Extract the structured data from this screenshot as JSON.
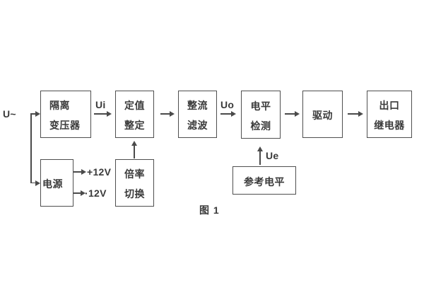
{
  "figure": {
    "caption": "图 1",
    "input_label": "U~",
    "boxes": {
      "isolation_transformer": {
        "line1": "隔离",
        "line2": "变压器"
      },
      "setting": {
        "line1": "定值",
        "line2": "整定"
      },
      "rectifier_filter": {
        "line1": "整流",
        "line2": "滤波"
      },
      "level_detection": {
        "line1": "电平",
        "line2": "检测"
      },
      "driver": {
        "label": "驱动"
      },
      "output_relay": {
        "line1": "出口",
        "line2": "继电器"
      },
      "power_supply": {
        "label": "电源"
      },
      "ratio_switching": {
        "line1": "倍率",
        "line2": "切换"
      },
      "reference_level": {
        "label": "参考电平"
      }
    },
    "signals": {
      "ui": "Ui",
      "uo": "Uo",
      "ue": "Ue",
      "plus_12v": "+12V",
      "minus_12v": "·12V"
    },
    "colors": {
      "background": "#ffffff",
      "line": "#4a4a4a",
      "border": "#4f4f4f",
      "text": "#3a3a3a"
    }
  }
}
